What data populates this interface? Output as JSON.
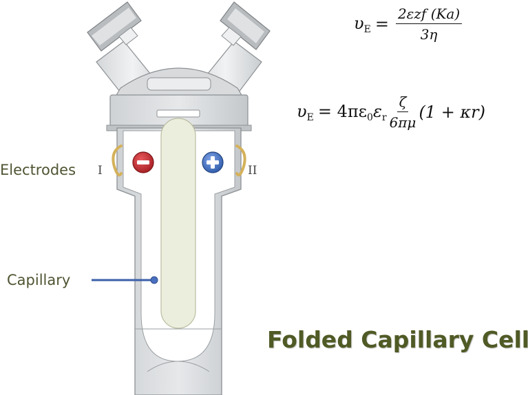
{
  "title": "Folded Capillary Cell",
  "labels": {
    "electrodes": "Electrodes",
    "electrode_left": "I",
    "electrode_right": "II",
    "capillary": "Capillary"
  },
  "equations": {
    "eq1": {
      "lhs": "υ",
      "lhs_sub": "E",
      "equals": "=",
      "numerator": "2εzf (Ka)",
      "denominator": "3η"
    },
    "eq2": {
      "lhs": "υ",
      "lhs_sub": "E",
      "equals": "= 4πε",
      "eps0_sub": "0",
      "eps_r": "ε",
      "eps_r_sub": "r",
      "numerator": "ζ",
      "denominator": "6πμ",
      "tail": "(1 + κr)"
    }
  },
  "icons": {
    "negative": "minus-icon",
    "positive": "plus-icon"
  },
  "colors": {
    "title": "#4f5a25",
    "label": "#4e5532",
    "negative_electrode": "#c0282d",
    "positive_electrode": "#3f6fc4",
    "capillary_fill": "#eceedd",
    "connector_wire": "#d4b15a",
    "pointer_line": "#3b5fa8"
  }
}
